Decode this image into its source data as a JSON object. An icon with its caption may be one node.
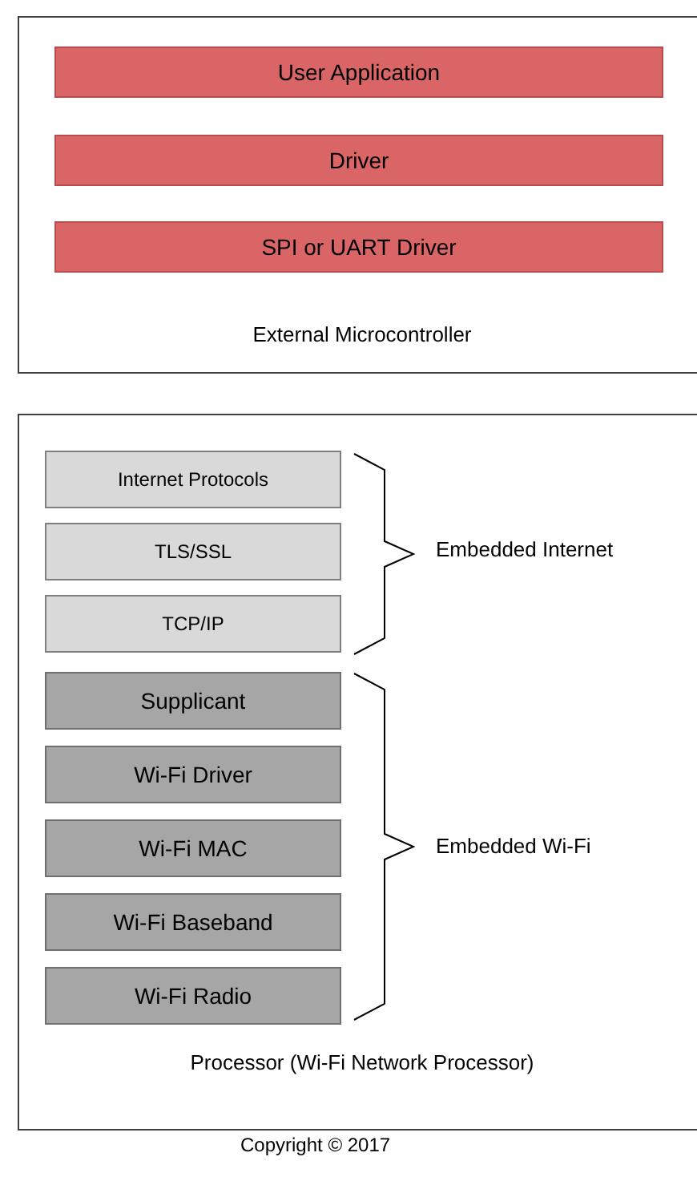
{
  "diagram": {
    "caption": "Copyright © 2017",
    "nodes": [
      {
        "text": [
          "External Microcontroller"
        ]
      },
      {
        "text": [
          "User Application"
        ],
        "in": 0
      },
      {
        "text": [
          "Driver"
        ],
        "in": 0
      },
      {
        "text": [
          "SPI or UART Driver"
        ],
        "in": 0
      },
      {
        "text": [
          "Processor (Wi-Fi Network Processor)"
        ]
      },
      {
        "text": [
          "Internet Protocols"
        ],
        "in": 4
      },
      {
        "text": [
          "TLS/SSL"
        ],
        "in": 4
      },
      {
        "text": [
          "TCP/IP"
        ],
        "in": 4
      },
      {
        "text": [
          "Supplicant"
        ],
        "in": 4
      },
      {
        "text": [
          "Wi-Fi Driver"
        ],
        "in": 4
      },
      {
        "text": [
          "Wi-Fi MAC"
        ],
        "in": 4
      },
      {
        "text": [
          "Wi-Fi Baseband"
        ],
        "in": 4
      },
      {
        "text": [
          "Wi-Fi Radio"
        ],
        "in": 4
      }
    ],
    "labels": [
      "Embedded Internet",
      "Embedded Wi-Fi"
    ]
  }
}
